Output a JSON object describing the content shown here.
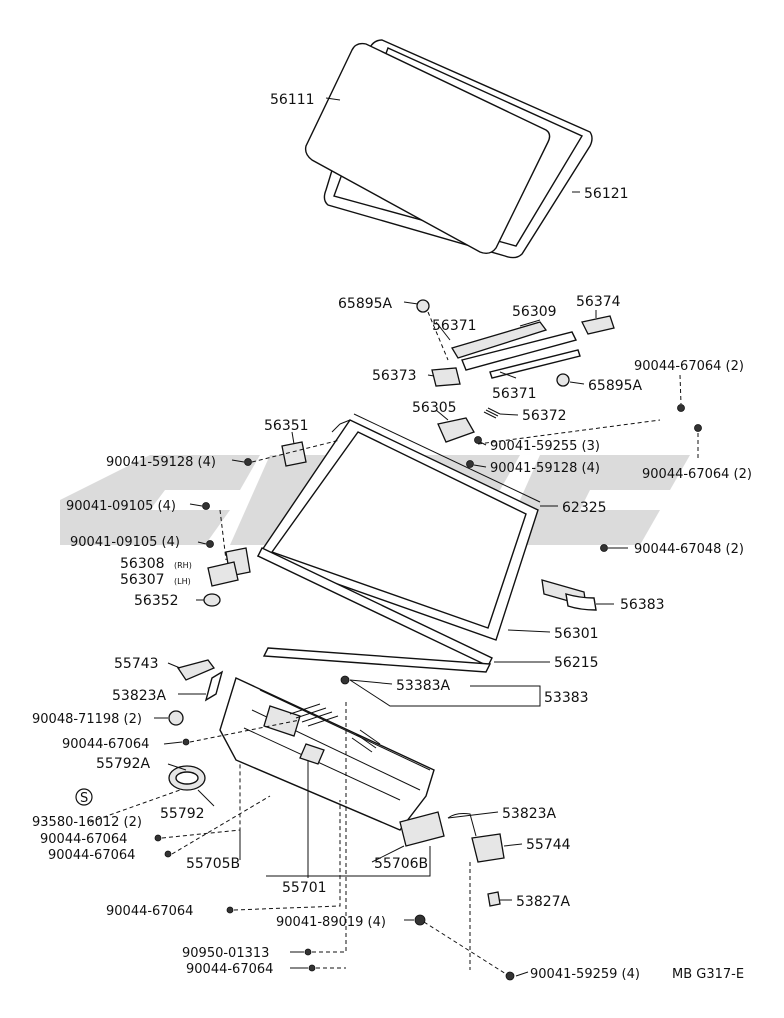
{
  "drawing_code": "MB G317-E",
  "callouts": [
    {
      "id": "p56111",
      "text": "56111"
    },
    {
      "id": "p56121",
      "text": "56121"
    },
    {
      "id": "p65895a_top",
      "text": "65895A"
    },
    {
      "id": "p56371_top",
      "text": "56371"
    },
    {
      "id": "p56309",
      "text": "56309"
    },
    {
      "id": "p56374",
      "text": "56374"
    },
    {
      "id": "p90044_67064_r1",
      "text": "90044-67064 (2)"
    },
    {
      "id": "p56373",
      "text": "56373"
    },
    {
      "id": "p56371_bot",
      "text": "56371"
    },
    {
      "id": "p65895a_bot",
      "text": "65895A"
    },
    {
      "id": "p56305",
      "text": "56305"
    },
    {
      "id": "p56372",
      "text": "56372"
    },
    {
      "id": "p56351",
      "text": "56351"
    },
    {
      "id": "p90041_59255",
      "text": "90041-59255 (3)"
    },
    {
      "id": "p90041_59128_l",
      "text": "90041-59128 (4)"
    },
    {
      "id": "p90041_59128_r",
      "text": "90041-59128 (4)"
    },
    {
      "id": "p90044_67064_r2",
      "text": "90044-67064 (2)"
    },
    {
      "id": "p90041_09105_a",
      "text": "90041-09105 (4)"
    },
    {
      "id": "p62325",
      "text": "62325"
    },
    {
      "id": "p90041_09105_b",
      "text": "90041-09105 (4)"
    },
    {
      "id": "p56308",
      "text": "56308"
    },
    {
      "id": "p56308_side",
      "text": "(RH)"
    },
    {
      "id": "p56307",
      "text": "56307"
    },
    {
      "id": "p56307_side",
      "text": "(LH)"
    },
    {
      "id": "p90044_67048",
      "text": "90044-67048 (2)"
    },
    {
      "id": "p56352",
      "text": "56352"
    },
    {
      "id": "p56383",
      "text": "56383"
    },
    {
      "id": "p56301",
      "text": "56301"
    },
    {
      "id": "p55743",
      "text": "55743"
    },
    {
      "id": "p56215",
      "text": "56215"
    },
    {
      "id": "p53823a_top",
      "text": "53823A"
    },
    {
      "id": "p53383a",
      "text": "53383A"
    },
    {
      "id": "p53383",
      "text": "53383"
    },
    {
      "id": "p90048_71198",
      "text": "90048-71198 (2)"
    },
    {
      "id": "p90044_67064_l1",
      "text": "90044-67064"
    },
    {
      "id": "p55792a",
      "text": "55792A"
    },
    {
      "id": "p55792",
      "text": "55792"
    },
    {
      "id": "p93580_16012",
      "text": "93580-16012 (2)"
    },
    {
      "id": "p_s_mark",
      "text": "S"
    },
    {
      "id": "p53823a_bot",
      "text": "53823A"
    },
    {
      "id": "p90044_67064_l2",
      "text": "90044-67064"
    },
    {
      "id": "p55744",
      "text": "55744"
    },
    {
      "id": "p90044_67064_l3",
      "text": "90044-67064"
    },
    {
      "id": "p55705b",
      "text": "55705B"
    },
    {
      "id": "p55706b",
      "text": "55706B"
    },
    {
      "id": "p55701",
      "text": "55701"
    },
    {
      "id": "p53827a",
      "text": "53827A"
    },
    {
      "id": "p90044_67064_l4",
      "text": "90044-67064"
    },
    {
      "id": "p90041_89019",
      "text": "90041-89019 (4)"
    },
    {
      "id": "p90950_01313",
      "text": "90950-01313"
    },
    {
      "id": "p90044_67064_l5",
      "text": "90044-67064"
    },
    {
      "id": "p90041_59259",
      "text": "90041-59259 (4)"
    }
  ]
}
